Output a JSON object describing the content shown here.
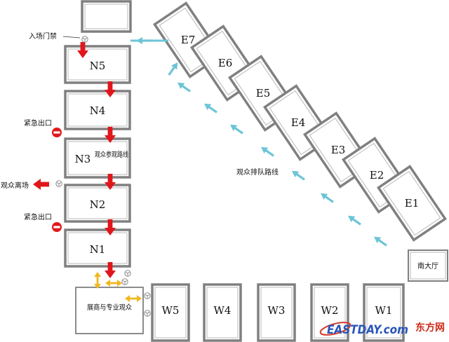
{
  "colors": {
    "flow_arrow": "#e0161b",
    "queue_arrow": "#6cc5d6",
    "two_way_arrow": "#f2b81e",
    "emergency": "#e01a1a",
    "hall_border": "#808080"
  },
  "halls": {
    "n5": "N5",
    "n4": "N4",
    "n3": "N3",
    "n2": "N2",
    "n1": "N1",
    "e1": "E1",
    "e2": "E2",
    "e3": "E3",
    "e4": "E4",
    "e5": "E5",
    "e6": "E6",
    "e7": "E7",
    "w1": "W1",
    "w2": "W2",
    "w3": "W3",
    "w4": "W4",
    "w5": "W5",
    "south_hall": "南大厅",
    "vip_area": "展商与专业观众"
  },
  "annotations": {
    "entrance_gate": "入场门禁",
    "emergency_exit_upper": "紧急出口",
    "emergency_exit_lower": "紧急出口",
    "visitor_route": "观众参观路线",
    "visitor_exit": "观众离场",
    "queue_route": "观众排队路线"
  },
  "watermark": {
    "text": "EASTDAY.com",
    "chinese": "东方网"
  },
  "icons": {
    "turnstile": "turnstile-icon",
    "no_entry": "no-entry-icon",
    "down_arrow": "red-down-arrow-icon",
    "queue_arrow": "cyan-arrow-icon",
    "two_way": "yellow-double-arrow-icon"
  }
}
